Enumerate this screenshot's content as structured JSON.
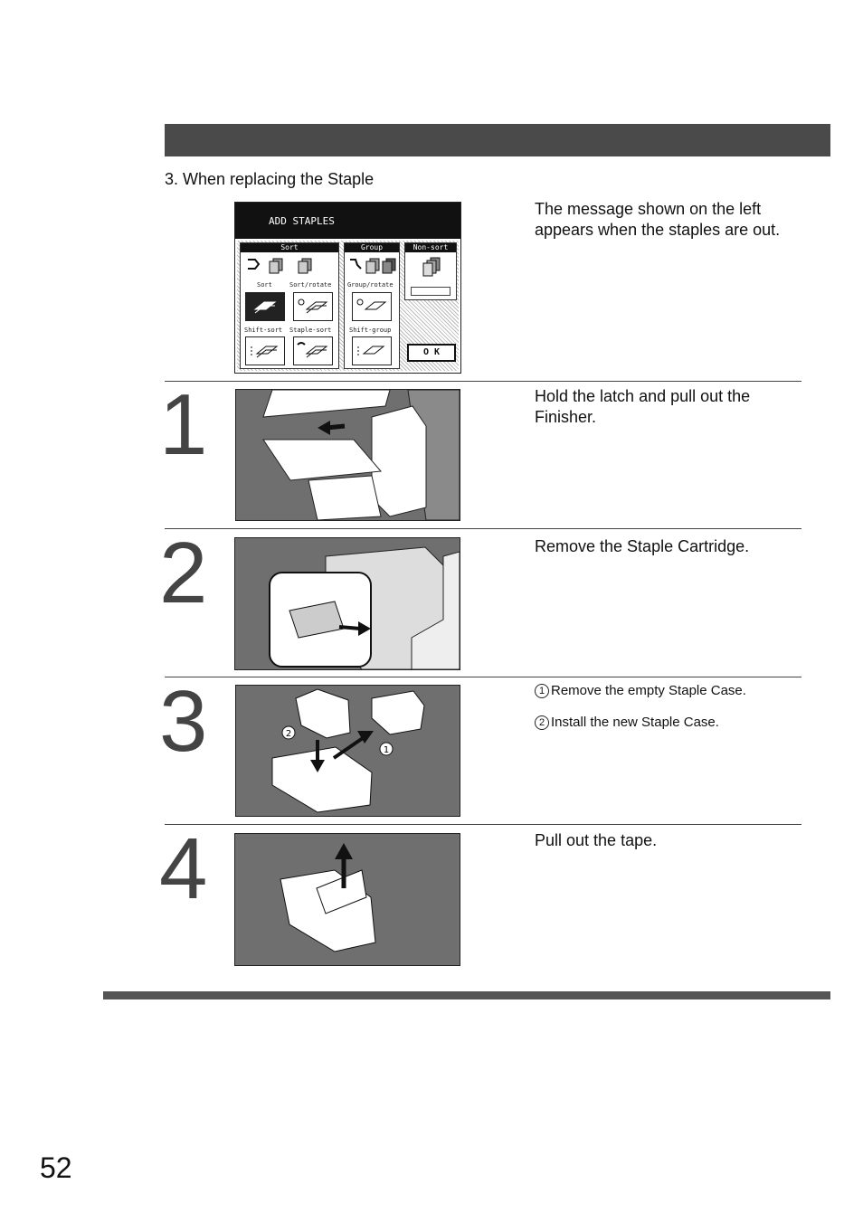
{
  "section": {
    "title": "3. When replacing the Staple"
  },
  "lcd": {
    "message": "ADD STAPLES",
    "tabs": {
      "sort": "Sort",
      "group": "Group",
      "nonsort": "Non-sort"
    },
    "labels": {
      "sort": "Sort",
      "sort_rotate": "Sort/rotate",
      "group_rotate": "Group/rotate",
      "shift_sort": "Shift-sort",
      "staple_sort": "Staple-sort",
      "shift_group": "Shift-group"
    },
    "ok": "O K"
  },
  "intro": {
    "text": "The message shown on the left appears when the staples are out."
  },
  "steps": [
    {
      "num": "1",
      "text": "Hold the latch and pull out the Finisher."
    },
    {
      "num": "2",
      "text": "Remove the Staple Cartridge."
    },
    {
      "num": "3",
      "items": [
        {
          "marker": "1",
          "text": "Remove the empty Staple Case."
        },
        {
          "marker": "2",
          "text": "Install the new Staple Case."
        }
      ],
      "callouts": [
        "2",
        "1"
      ]
    },
    {
      "num": "4",
      "text": "Pull out the tape."
    }
  ],
  "page_number": "52"
}
